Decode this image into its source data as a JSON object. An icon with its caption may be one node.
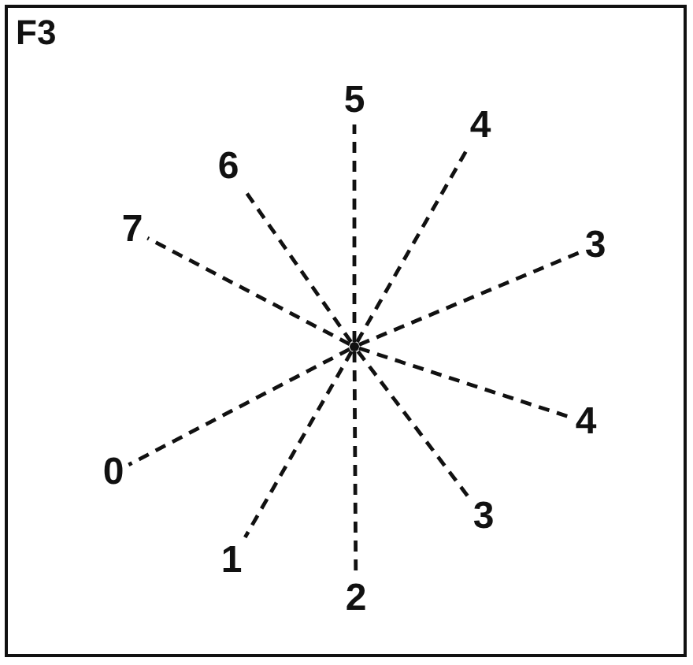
{
  "diagram": {
    "nodes": [
      {
        "text": [
          "5"
        ]
      },
      {
        "text": [
          "6"
        ]
      },
      {
        "text": [
          "4"
        ]
      },
      {
        "text": [
          "7"
        ]
      },
      {
        "text": [
          "3"
        ]
      },
      {
        "text": [],
        "shape": "circle"
      },
      {
        "text": [
          "0"
        ]
      },
      {
        "text": [
          "4"
        ]
      },
      {
        "text": [
          "1"
        ]
      },
      {
        "text": [
          "3"
        ]
      },
      {
        "text": [
          "2"
        ]
      }
    ],
    "edges": [
      {
        "from": 5,
        "to": 0,
        "arrow": "none",
        "style": "dashed"
      },
      {
        "from": 5,
        "to": 1,
        "arrow": "none",
        "style": "dashed"
      },
      {
        "from": 5,
        "to": 2,
        "arrow": "none",
        "style": "dashed"
      },
      {
        "from": 5,
        "to": 3,
        "arrow": "none",
        "style": "dashed"
      },
      {
        "from": 5,
        "to": 4,
        "arrow": "none",
        "style": "dashed"
      },
      {
        "from": 5,
        "to": 6,
        "arrow": "none",
        "style": "dashed"
      },
      {
        "from": 5,
        "to": 7,
        "arrow": "none",
        "style": "dashed"
      },
      {
        "from": 5,
        "to": 8,
        "arrow": "none",
        "style": "dashed"
      },
      {
        "from": 5,
        "to": 9,
        "arrow": "none",
        "style": "dashed"
      },
      {
        "from": 5,
        "to": 10,
        "arrow": "none",
        "style": "dashed"
      }
    ],
    "labels": [
      "F3"
    ]
  }
}
